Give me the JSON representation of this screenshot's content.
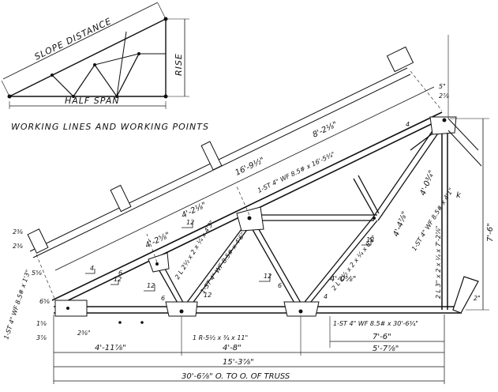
{
  "inset": {
    "slope_distance": "SLOPE DISTANCE",
    "rise": "RISE",
    "half_span": "HALF SPAN",
    "caption": "WORKING LINES AND WORKING POINTS"
  },
  "members": {
    "top_chord": "1-ST 4\" WF 8.5# x 16'-5¾\"",
    "bottom_chord": "1-ST 4\" WF 8.5# x 30'-6¾\"",
    "left_end": "1-ST 4\" WF 8.5# x 1'3\"",
    "web_long": "1-ST 4\" WF 8.5# x 4'6\"",
    "web_short": "2 L 2½ x 2 x ¼ x 4'3\"",
    "vertical": "2 L 3\" x 2 x ¼ x 7'-2⅞\"",
    "gusset_plate": "1 R-5½ x ¾ x 11\"",
    "diag_plates": "2 L 2½ x 2 x ¼ x 8'1\"",
    "ridge_label": "1-ST 4\" WF 8.5# x 4'1\"",
    "mark_k": "k"
  },
  "dims": {
    "slope_top": "16'-9½\"",
    "slope_seg_right": "8'-2⅛\"",
    "slope_seg_mid": "4'-2⅛\"",
    "slope_seg_left": "4'-2⅝\"",
    "web_right": "4'-0¾\"",
    "web_right2": "4'-4⅞\"",
    "web_mid": "4'-0⅝\"",
    "rise": "7'-6\"",
    "total": "30'-6⅞\" O. TO O. OF TRUSS",
    "half": "15'-3⅞\"",
    "bay_left": "4'-11⅞\"",
    "bay_mid": "4'-8\"",
    "bay_right": "7'-6\"",
    "bay_right2": "5'-7⅞\"",
    "left_a": "2⅜",
    "left_b": "2⅜",
    "left_c": "5⅝",
    "left_d": "6⅝",
    "left_e": "1⅝",
    "left_f": "3⅞",
    "left_g": "2⅜\"",
    "top_5": "5\"",
    "top_frac": "2⅞",
    "side_2": "2\"",
    "slope_12a": "12",
    "slope_12b": "12",
    "slope_12c": "12",
    "slope_12d": "12",
    "slope_12e": "12",
    "slope_12f": "12",
    "slope_4a": "4",
    "slope_4b": "4",
    "slope_4c": "4",
    "slope_6a": "6",
    "slope_6b": "6",
    "slope_6c": "6"
  }
}
